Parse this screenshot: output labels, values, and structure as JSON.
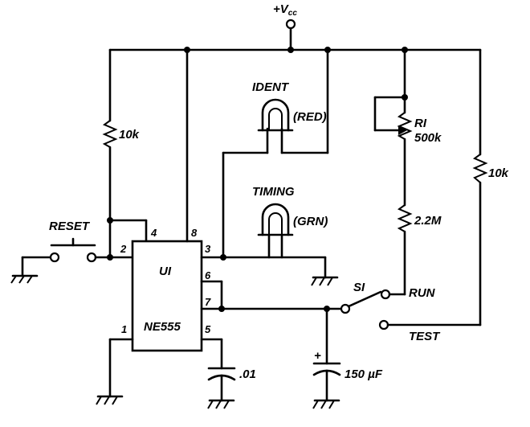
{
  "supply": {
    "vcc": "+V",
    "vcc_sub": "cc"
  },
  "ic": {
    "ref": "UI",
    "part": "NE555",
    "pins": {
      "p1": "1",
      "p2": "2",
      "p3": "3",
      "p4": "4",
      "p5": "5",
      "p6": "6",
      "p7": "7",
      "p8": "8"
    }
  },
  "leds": {
    "ident": {
      "name": "IDENT",
      "color": "(RED)"
    },
    "timing": {
      "name": "TIMING",
      "color": "(GRN)"
    }
  },
  "resistors": {
    "r_reset_pullup": "10k",
    "r1_ref": "RI",
    "r1_value": "500k",
    "r_series": "2.2M",
    "r_test": "10k"
  },
  "capacitors": {
    "c_pin5": ".01",
    "c_timing": "150 µF",
    "c_timing_polarity": "+"
  },
  "switches": {
    "reset": "RESET",
    "s1": "SI",
    "s1_run": "RUN",
    "s1_test": "TEST"
  }
}
